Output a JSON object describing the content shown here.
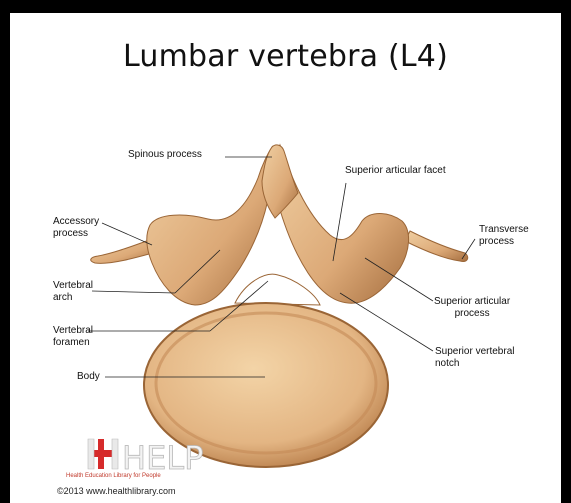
{
  "title": "Lumbar vertebra (L4)",
  "labels": {
    "spinous_process": "Spinous process",
    "superior_articular_facet": "Superior articular facet",
    "accessory_process": "Accessory\nprocess",
    "transverse_process": "Transverse\nprocess",
    "vertebral_arch": "Vertebral\narch",
    "superior_articular_process": "Superior articular\nprocess",
    "vertebral_foramen": "Vertebral\nforamen",
    "superior_vertebral_notch": "Superior vertebral\nnotch",
    "body": "Body"
  },
  "logo": {
    "text": "HELP",
    "tagline": "Health Education Library for People",
    "brand_color": "#d62b2b"
  },
  "copyright": "©2013 www.healthlibrary.com",
  "colors": {
    "bone_light": "#f0cfa2",
    "bone_mid": "#dba877",
    "bone_dark": "#a7703f",
    "frame": "#000000"
  }
}
